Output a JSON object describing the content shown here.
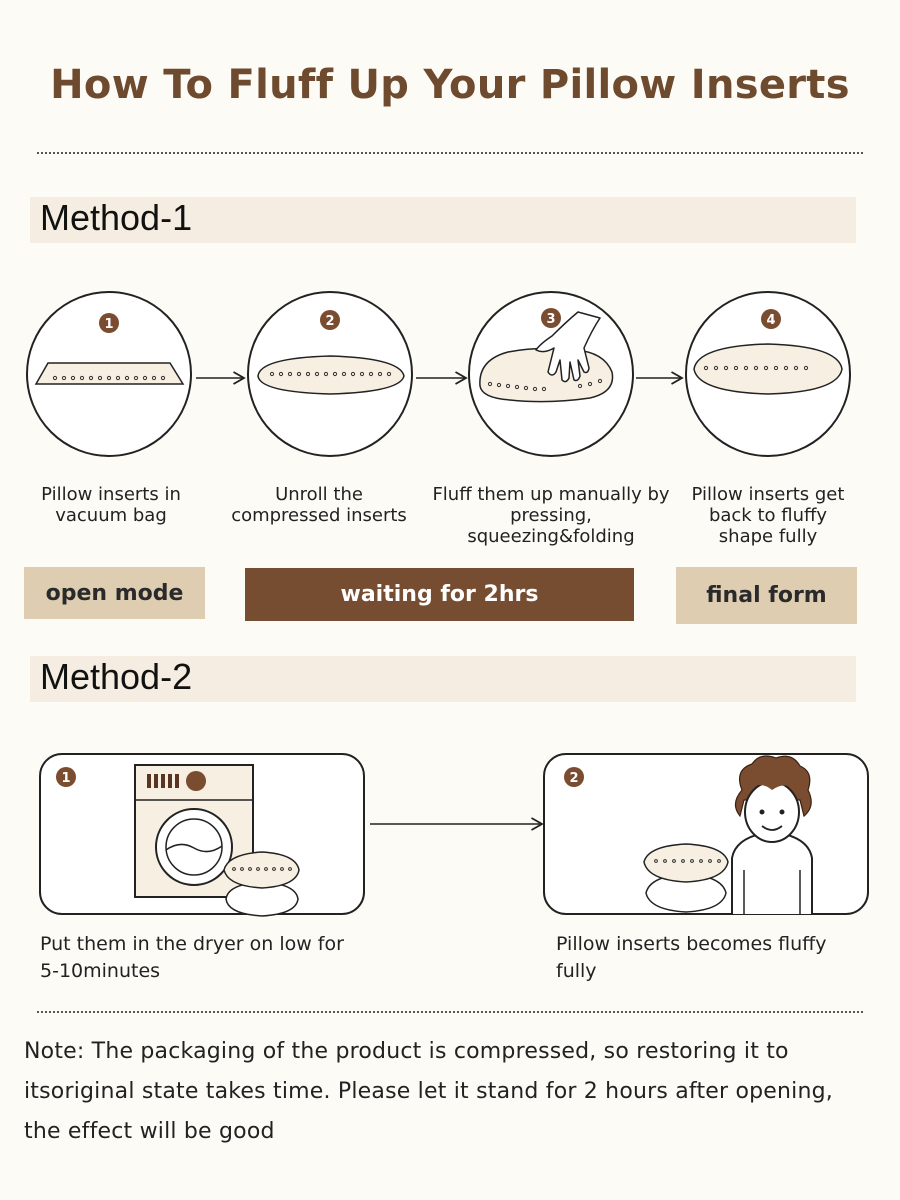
{
  "title": "How To  Fluff Up Your Pillow Inserts",
  "method1": {
    "label": "Method-1",
    "steps": [
      {
        "number": "1",
        "text": "Pillow inserts in vacuum bag"
      },
      {
        "number": "2",
        "text": "Unroll the compressed inserts"
      },
      {
        "number": "3",
        "text": "Fluff them up manually by pressing, squeezing&folding"
      },
      {
        "number": "4",
        "text": "Pillow inserts get back to fluffy shape fully"
      }
    ],
    "stage_labels": {
      "open": "open mode",
      "waiting": "waiting for 2hrs",
      "final": "final form"
    }
  },
  "method2": {
    "label": "Method-2",
    "steps": [
      {
        "number": "1",
        "text_line1": "Put them in the dryer on low for",
        "text_line2": "5-10minutes"
      },
      {
        "number": "2",
        "text_line1": "Pillow inserts becomes fluffy",
        "text_line2": "fully"
      }
    ]
  },
  "note": "Note: The packaging of the product is compressed, so restoring it to itsoriginal state takes time. Please let it stand for 2 hours after opening, the effect will be good",
  "colors": {
    "title_brown": "#6e4a2e",
    "band_beige": "#f5ede1",
    "pill_light": "#dfcdb2",
    "pill_dark": "#774d32",
    "pillow_fill": "#f7efe2"
  }
}
